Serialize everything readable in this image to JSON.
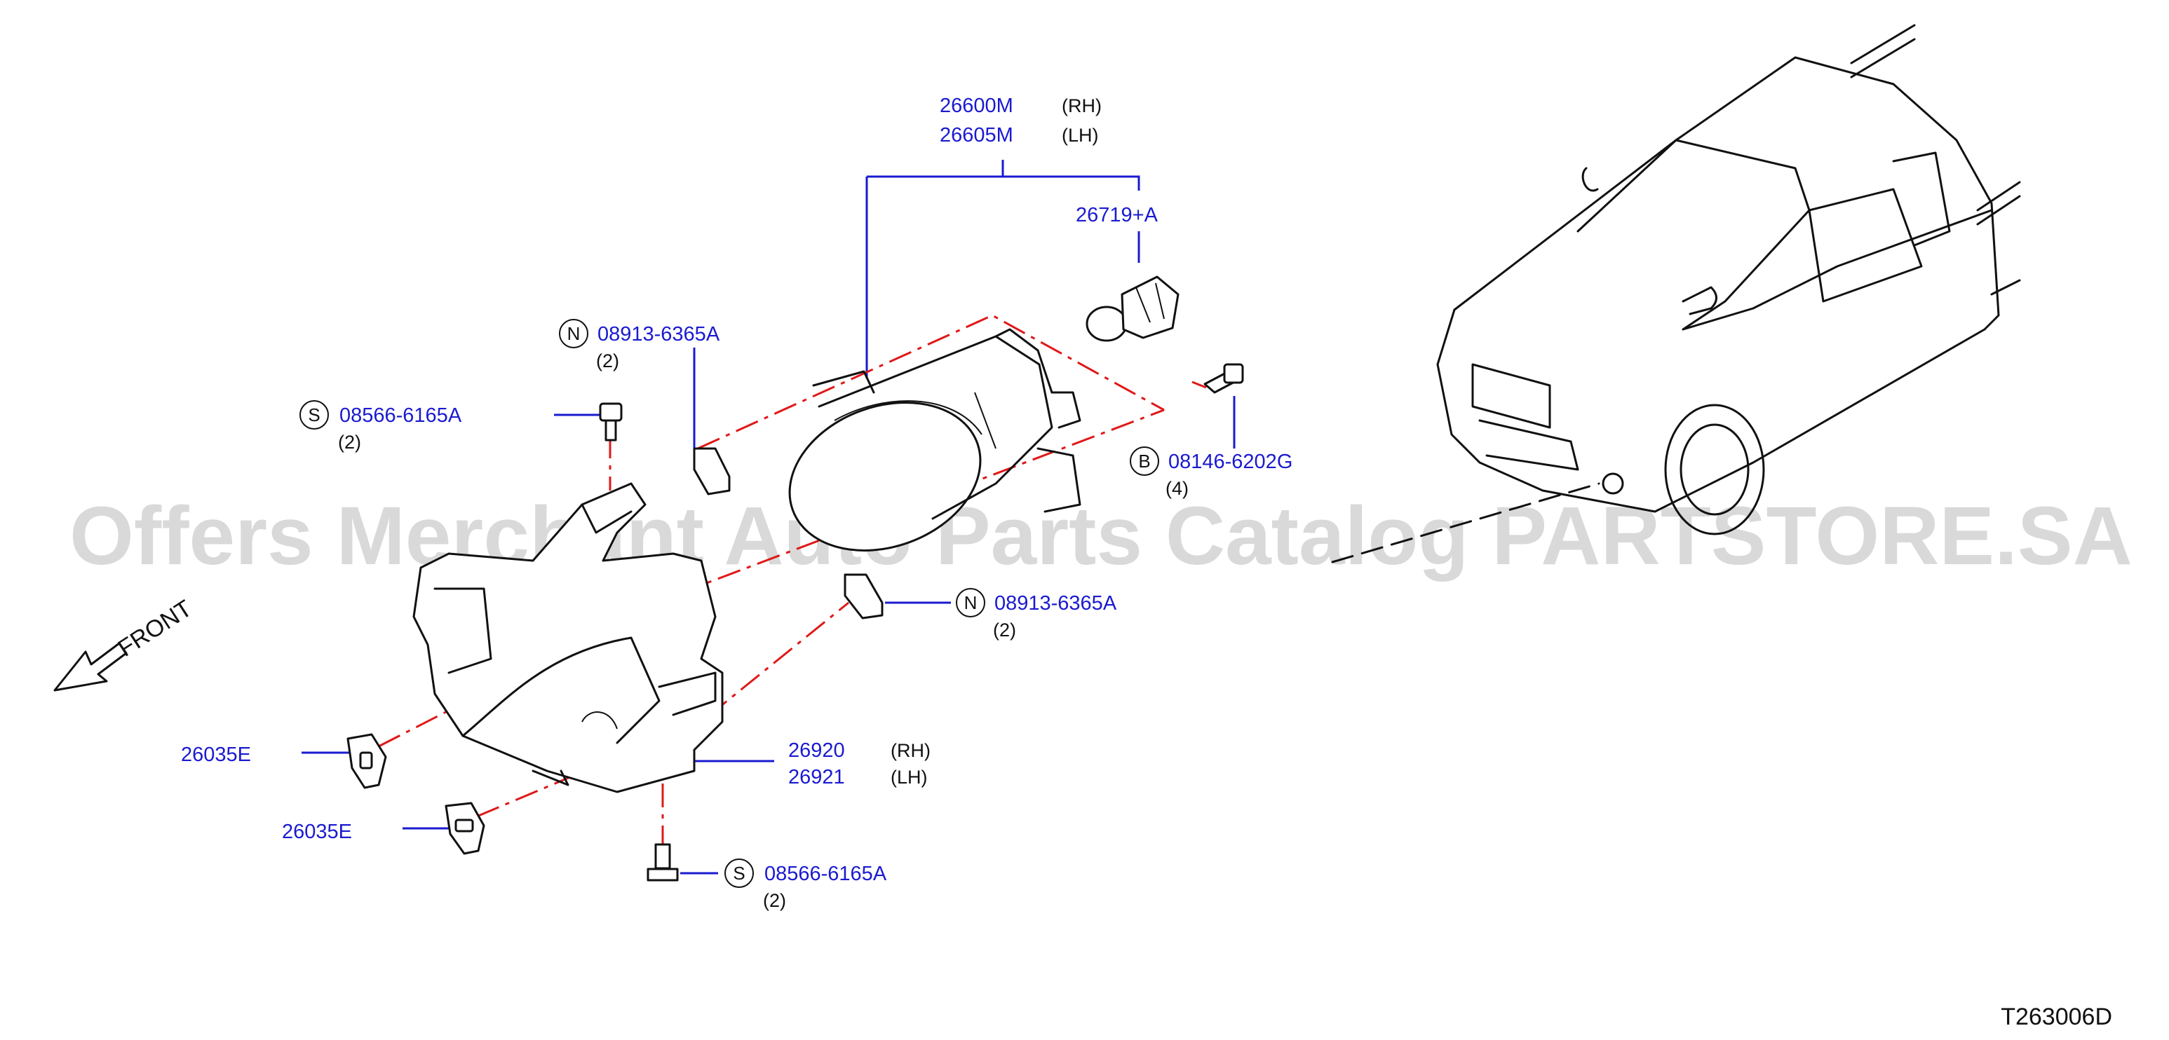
{
  "diagram": {
    "reference_code": "T263006D",
    "watermark": "Offers Merchant Auto Parts Catalog PARTSTORE.SA",
    "front_label": "FRONT",
    "colors": {
      "part_number": "#1a1ad0",
      "leader": "#1a1ad0",
      "dashed_line": "#e01818",
      "ink": "#111111",
      "watermark": "#c9c9c9"
    }
  },
  "parts": {
    "fog_lamp_rh": {
      "number": "26600M",
      "side": "(RH)"
    },
    "fog_lamp_lh": {
      "number": "26605M",
      "side": "(LH)"
    },
    "bulb": {
      "number": "26719+A"
    },
    "nut_upper": {
      "circle": "N",
      "number": "08913-6365A",
      "qty": "(2)"
    },
    "screw_upper": {
      "circle": "S",
      "number": "08566-6165A",
      "qty": "(2)"
    },
    "bolt": {
      "circle": "B",
      "number": "08146-6202G",
      "qty": "(4)"
    },
    "nut_lower": {
      "circle": "N",
      "number": "08913-6365A",
      "qty": "(2)"
    },
    "bracket_rh": {
      "number": "26920",
      "side": "(RH)"
    },
    "bracket_lh": {
      "number": "26921",
      "side": "(LH)"
    },
    "clip_1": {
      "number": "26035E"
    },
    "clip_2": {
      "number": "26035E"
    },
    "screw_lower": {
      "circle": "S",
      "number": "08566-6165A",
      "qty": "(2)"
    }
  }
}
